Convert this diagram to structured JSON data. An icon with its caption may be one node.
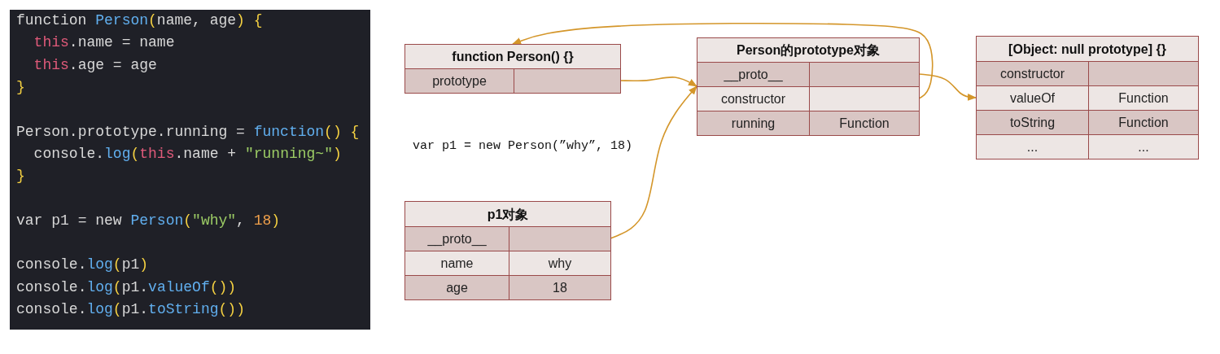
{
  "diagram": {
    "nodes": [
      {
        "text": [
          "function Person() {}"
        ]
      },
      {
        "text": [
          "prototype"
        ],
        "in": 0
      },
      {
        "text": [],
        "shape": "box",
        "in": 0
      },
      {
        "text": [
          "Person的prototype对象"
        ]
      },
      {
        "text": [
          "__proto__"
        ],
        "in": 3
      },
      {
        "text": [],
        "shape": "box",
        "in": 3
      },
      {
        "text": [
          "constructor"
        ],
        "in": 3
      },
      {
        "text": [],
        "shape": "box",
        "in": 3
      },
      {
        "text": [
          "running"
        ],
        "in": 3
      },
      {
        "text": [
          "Function"
        ],
        "in": 3
      },
      {
        "text": [
          "[Object: null prototype] {}"
        ]
      },
      {
        "text": [
          "constructor"
        ],
        "in": 10
      },
      {
        "text": [],
        "shape": "box",
        "in": 10
      },
      {
        "text": [
          "valueOf"
        ],
        "in": 10
      },
      {
        "text": [
          "Function"
        ],
        "in": 10
      },
      {
        "text": [
          "toString"
        ],
        "in": 10
      },
      {
        "text": [
          "Function"
        ],
        "in": 10
      },
      {
        "text": [
          "..."
        ],
        "in": 10
      },
      {
        "text": [
          "..."
        ],
        "in": 10
      },
      {
        "text": [
          "p1对象"
        ]
      },
      {
        "text": [
          "__proto__"
        ],
        "in": 19
      },
      {
        "text": [],
        "shape": "box",
        "in": 19
      },
      {
        "text": [
          "name"
        ],
        "in": 19
      },
      {
        "text": [
          "why"
        ],
        "in": 19
      },
      {
        "text": [
          "age"
        ],
        "in": 19
      },
      {
        "text": [
          "18"
        ],
        "in": 19
      }
    ],
    "edges": [
      {
        "from": 2,
        "to": 3,
        "arrow": "to"
      },
      {
        "from": 21,
        "to": 3,
        "arrow": "to"
      },
      {
        "from": 7,
        "to": 0,
        "arrow": "to"
      },
      {
        "from": 5,
        "to": 10,
        "arrow": "to"
      }
    ],
    "labels": [
      "function Person(name, age) {",
      "  this.name = name",
      "  this.age = age",
      "}",
      "Person.prototype.running = function() {",
      "  console.log(this.name + \"running~\")",
      "}",
      "var p1 = new Person(\"why\", 18)",
      "console.log(p1)",
      "console.log(p1.valueOf())",
      "console.log(p1.toString())",
      "var p1 = new Person(”why”, 18)"
    ]
  }
}
